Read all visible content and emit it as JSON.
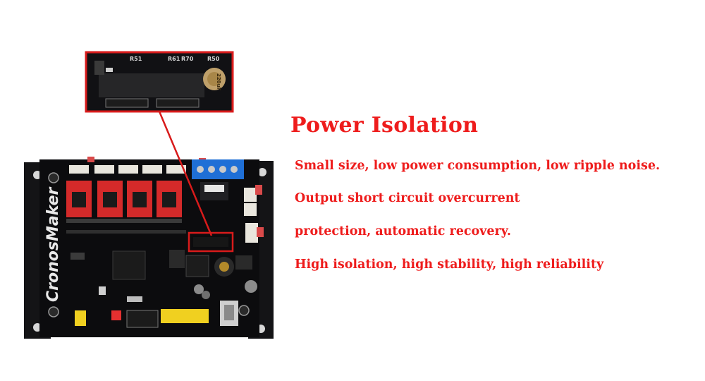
{
  "heading": "Power Isolation",
  "features": [
    "Small size, low power consumption, low ripple noise.",
    "Output short circuit overcurrent",
    "protection, automatic recovery.",
    "High isolation, high stability, high reliability"
  ],
  "board": {
    "brand": "CronosMaker",
    "zoom_labels": [
      "R51",
      "R61",
      "R70",
      "R50"
    ],
    "capacitor_label": "220uF"
  },
  "colors": {
    "accent_red": "#ee1c1c",
    "pcb_black": "#0c0c0e",
    "driver_red": "#d42a2a",
    "terminal_blue": "#1f6fd6",
    "header_yellow": "#f0d020"
  }
}
